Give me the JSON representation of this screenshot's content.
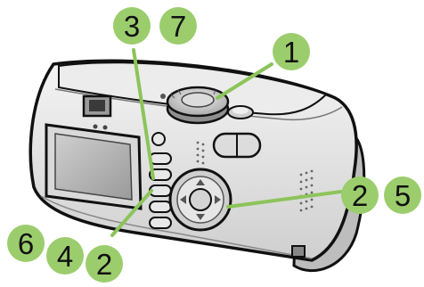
{
  "badges": [
    {
      "id": "b1",
      "label": "1"
    },
    {
      "id": "b3",
      "label": "3"
    },
    {
      "id": "b7",
      "label": "7"
    },
    {
      "id": "b2a",
      "label": "2"
    },
    {
      "id": "b5",
      "label": "5"
    },
    {
      "id": "b6",
      "label": "6"
    },
    {
      "id": "b4",
      "label": "4"
    },
    {
      "id": "b2b",
      "label": "2"
    }
  ],
  "colors": {
    "badge_fill": "#9ccd6d",
    "badge_text": "#111111",
    "leader_line": "#8cc45a",
    "body": "#e3e3e3",
    "screen": "#bcbcbc"
  }
}
